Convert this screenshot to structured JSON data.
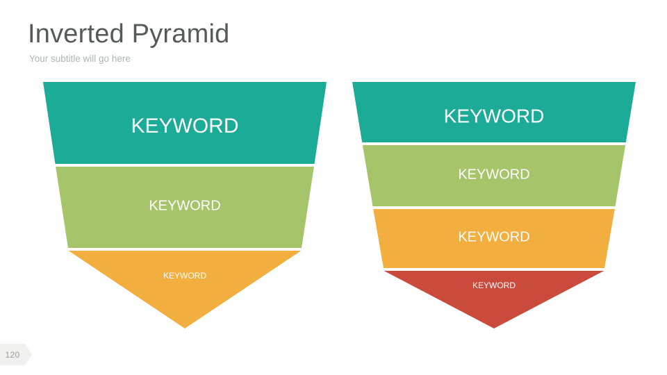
{
  "slide": {
    "title": "Inverted Pyramid",
    "subtitle": "Your subtitle will go here",
    "page_number": "120",
    "background_color": "#ffffff",
    "title_color": "#58595b",
    "subtitle_color": "#b1b3b5"
  },
  "palette": {
    "teal": "#1BAB96",
    "green": "#A6C46A",
    "orange": "#F2AE3E",
    "red": "#CA4A3B",
    "label_color": "#ffffff",
    "badge_bg": "#f0f0ee",
    "badge_text": "#9a9c9e"
  },
  "chart_data": {
    "type": "funnel",
    "title": "Inverted Pyramid",
    "subtitle": "Your subtitle will go here",
    "charts": [
      {
        "name": "inverted-pyramid-3-level",
        "levels": 3,
        "segments": [
          {
            "label": "KEYWORD",
            "color": "#1BAB96",
            "level": 1,
            "font_size": 30
          },
          {
            "label": "KEYWORD",
            "color": "#A6C46A",
            "level": 2,
            "font_size": 20
          },
          {
            "label": "KEYWORD",
            "color": "#F2AE3E",
            "level": 3,
            "font_size": 12
          }
        ]
      },
      {
        "name": "inverted-pyramid-4-level",
        "levels": 4,
        "segments": [
          {
            "label": "KEYWORD",
            "color": "#1BAB96",
            "level": 1,
            "font_size": 28
          },
          {
            "label": "KEYWORD",
            "color": "#A6C46A",
            "level": 2,
            "font_size": 20
          },
          {
            "label": "KEYWORD",
            "color": "#F2AE3E",
            "level": 3,
            "font_size": 20
          },
          {
            "label": "KEYWORD",
            "color": "#CA4A3B",
            "level": 4,
            "font_size": 12
          }
        ]
      }
    ]
  }
}
